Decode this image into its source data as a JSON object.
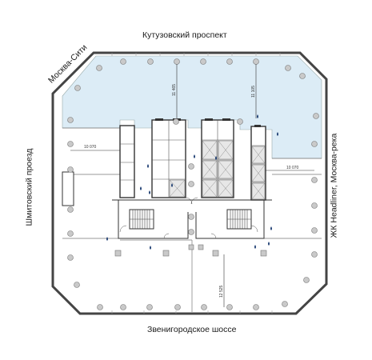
{
  "streets": {
    "north": "Кутузовский проспект",
    "south": "Звенигородское шоссе",
    "west": "Шмитовский проезд",
    "northwest": "Москва-Сити",
    "east": "ЖК Headliner, Москва-река"
  },
  "dimensions": {
    "d1": "11 465",
    "d2": "11 105",
    "d3": "10 070",
    "d4": "10 070",
    "d5": "12 525"
  },
  "colors": {
    "highlight_zone": "#dcecf6",
    "wall": "#444444",
    "column": "#c9c9c9",
    "water_drop": "#1f3f73"
  }
}
